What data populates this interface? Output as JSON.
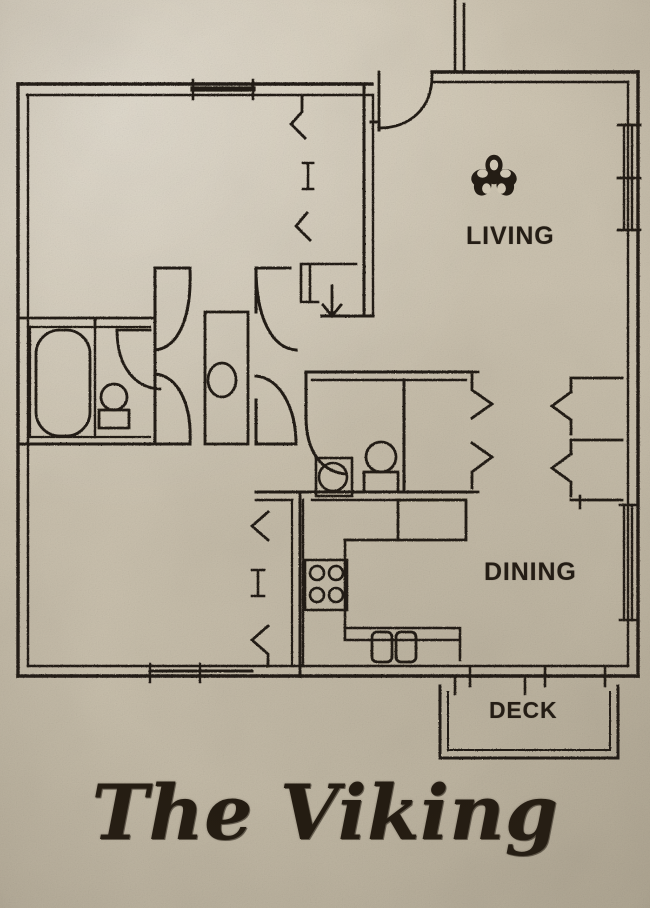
{
  "plan": {
    "title": "The Viking",
    "paper_color": "#cfc6b3",
    "ink_color": "#241d15",
    "rooms": [
      {
        "key": "living",
        "label": "LIVING",
        "icon": "flower-icon"
      },
      {
        "key": "dining",
        "label": "DINING"
      },
      {
        "key": "deck",
        "label": "DECK"
      }
    ],
    "labels": {
      "living": "LIVING",
      "dining": "DINING",
      "deck": "DECK"
    },
    "fixtures": [
      {
        "name": "bathtub",
        "room": "master-bath"
      },
      {
        "name": "toilet",
        "room": "master-bath"
      },
      {
        "name": "vanity-sink",
        "room": "hall-linen"
      },
      {
        "name": "toilet",
        "room": "second-bath"
      },
      {
        "name": "vanity-sink",
        "room": "second-bath"
      },
      {
        "name": "range-cooktop",
        "room": "kitchen",
        "burners": 4
      },
      {
        "name": "double-sink",
        "room": "kitchen",
        "basins": 2
      }
    ],
    "door_count": 11,
    "window_count": 6,
    "closet_count": 4
  }
}
